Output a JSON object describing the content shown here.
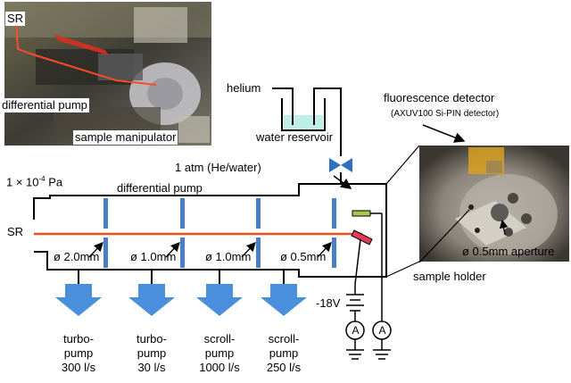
{
  "photo_top": {
    "sr": "SR",
    "differential_pump": "differential pump",
    "sample_manipulator": "sample manipulator"
  },
  "gas": {
    "helium": "helium",
    "water_reservoir": "water reservoir"
  },
  "chamber": {
    "pressure_prefix": "1 × 10",
    "pressure_exp": "-4",
    "pressure_unit": " Pa",
    "differential_pump": "differential pump",
    "atm": "1 atm (He/water)",
    "sr": "SR"
  },
  "apertures": [
    "ø 2.0mm",
    "ø 1.0mm",
    "ø 1.0mm",
    "ø 0.5mm"
  ],
  "pumps": [
    {
      "line1": "turbo-",
      "line2": "pump",
      "line3": "300 l/s"
    },
    {
      "line1": "turbo-",
      "line2": "pump",
      "line3": "30 l/s"
    },
    {
      "line1": "scroll-",
      "line2": "pump",
      "line3": "1000 l/s"
    },
    {
      "line1": "scroll-",
      "line2": "pump",
      "line3": "250 l/s"
    }
  ],
  "detector": {
    "title": "fluorescence detector",
    "subtitle": "(AXUV100 Si-PIN detector)"
  },
  "photo_right": {
    "aperture": "ø 0.5mm aperture",
    "sample_holder": "sample holder"
  },
  "circuit": {
    "voltage": "-18V",
    "ammeter_1": "A",
    "ammeter_2": "A"
  },
  "colors": {
    "arrow_blue": "#4a8fdc",
    "beam_orange": "#e8501e",
    "valve_blue": "#2f6fc0",
    "aperture_blue": "#4a7fc8"
  }
}
